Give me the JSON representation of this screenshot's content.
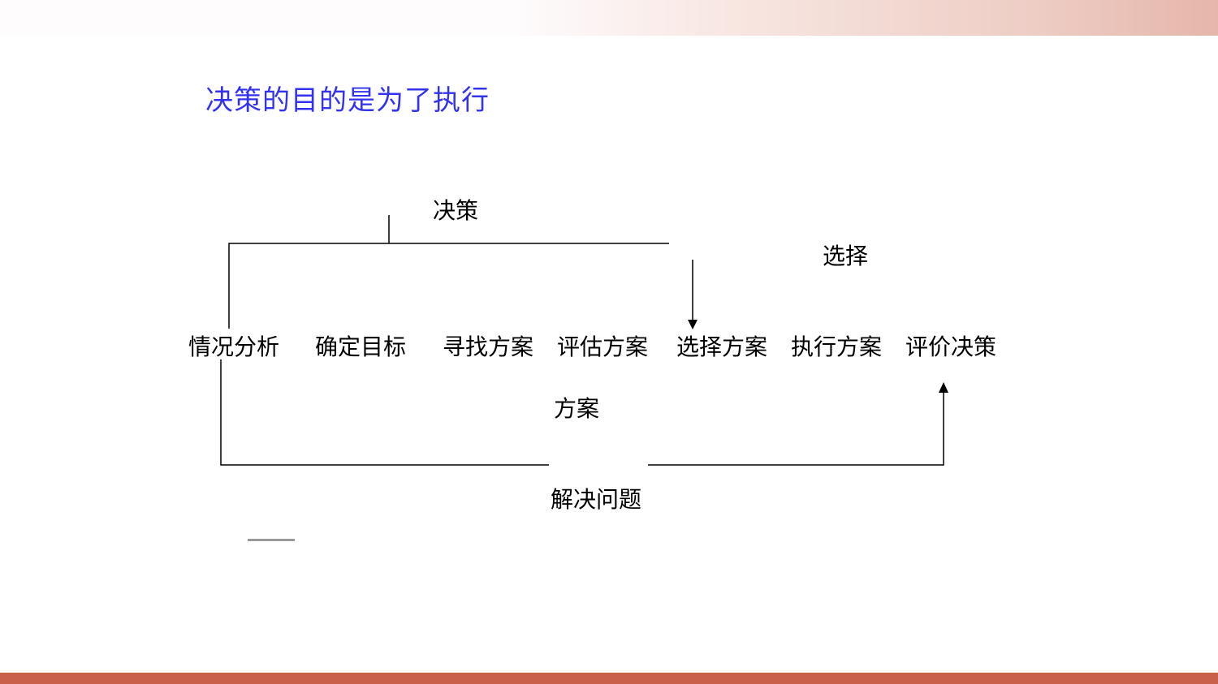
{
  "title": "决策的目的是为了执行",
  "labels": {
    "decision": "决策",
    "choose": "选择",
    "plan": "方案",
    "solve": "解决问题"
  },
  "steps": [
    "情况分析",
    "确定目标",
    "寻找方案",
    "评估方案",
    "选择方案",
    "执行方案",
    "评价决策"
  ],
  "colors": {
    "title": "#3333ee",
    "bottom_bar": "#c8604a"
  }
}
